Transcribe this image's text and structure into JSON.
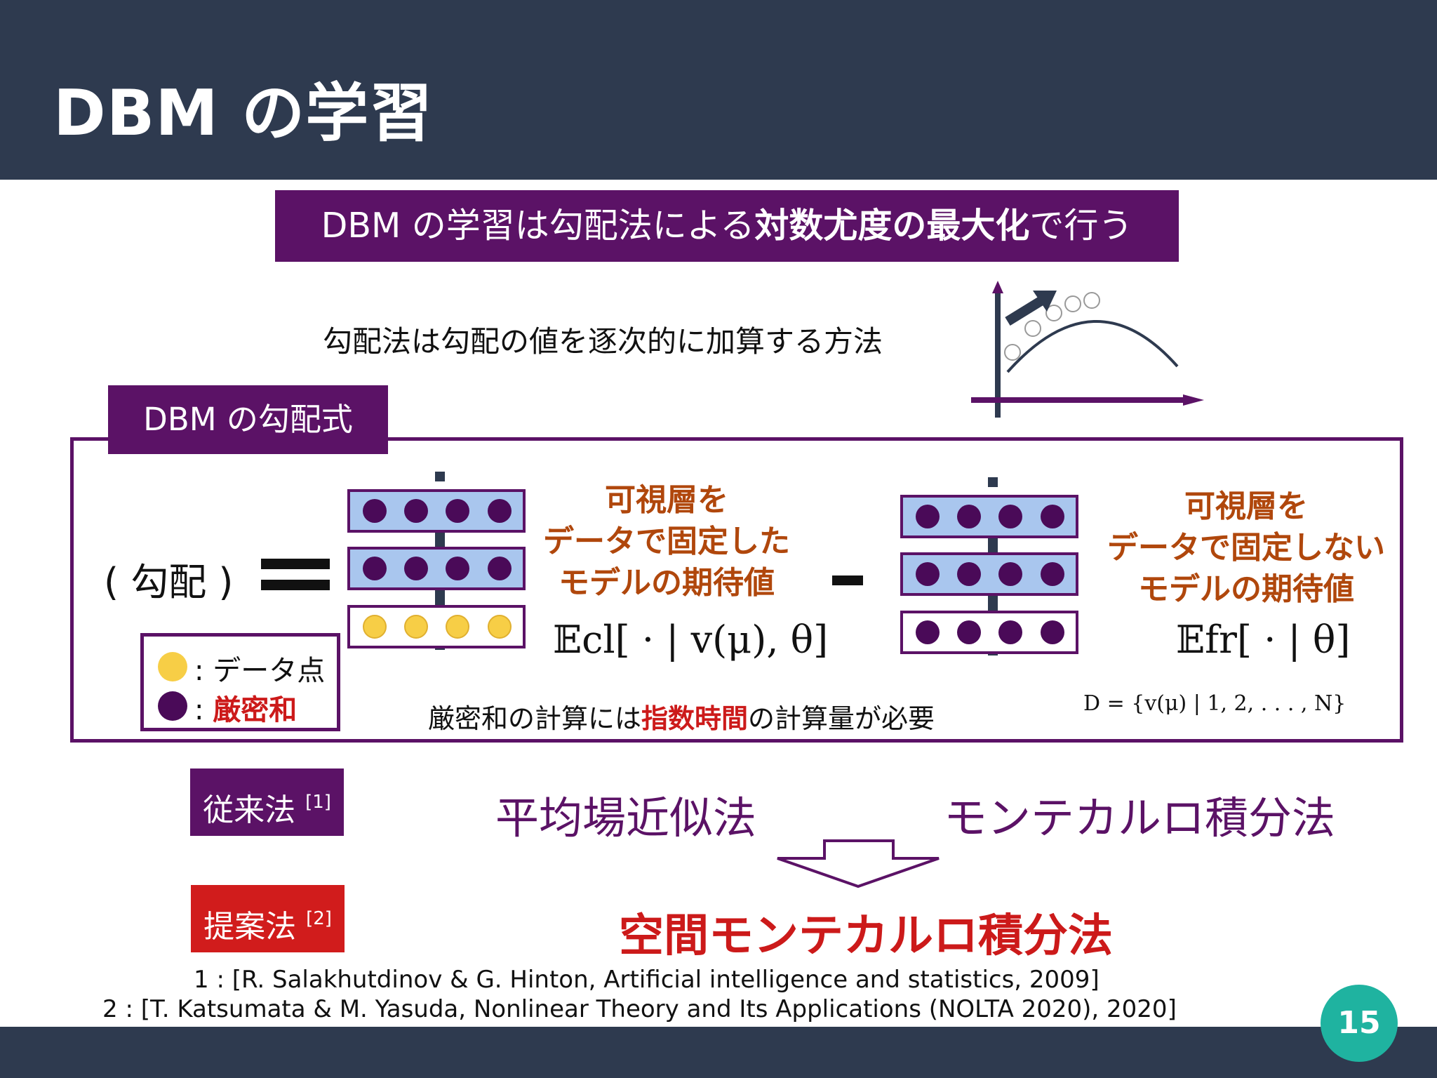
{
  "slide": {
    "title": "DBM の学習",
    "page_number": "15"
  },
  "banner": {
    "text_plain": "DBM の学習は勾配法による",
    "text_bold": "対数尤度の最大化",
    "text_end": "で行う"
  },
  "gradient_method_description": "勾配法は勾配の値を逐次的に加算する方法",
  "panel": {
    "tab_label": "DBM の勾配式",
    "gradient_label": "( 勾配 )",
    "clamped_model": {
      "lines": [
        "可視層を",
        "データで固定した",
        "モデルの期待値"
      ],
      "expectation": "𝔼cl[ · | v(μ), θ]"
    },
    "free_model": {
      "lines": [
        "可視層を",
        "データで固定しない",
        "モデルの期待値"
      ],
      "expectation": "𝔼fr[ · | θ]"
    },
    "dataset_definition": "D = {v(μ) | 1, 2, . . . , N}",
    "legend": {
      "data_point_label": ": データ点",
      "exact_sum_label_prefix": ": ",
      "exact_sum_label": "厳密和"
    },
    "note_before": "厳密和の計算には",
    "note_emphasis": "指数時間",
    "note_after": "の計算量が必要"
  },
  "methods": {
    "conventional_tag": "従来法",
    "conventional_ref": "[1]",
    "proposed_tag": "提案法",
    "proposed_ref": "[2]",
    "mean_field": "平均場近似法",
    "monte_carlo": "モンテカルロ積分法",
    "spatial_monte_carlo": "空間モンテカルロ積分法"
  },
  "references": [
    "1 : [R. Salakhutdinov & G. Hinton, Artificial intelligence and statistics, 2009]",
    "2 : [T. Katsumata & M. Yasuda, Nonlinear Theory and Its Applications (NOLTA 2020), 2020]"
  ],
  "colors": {
    "header": "#2e3a4f",
    "purple": "#5b1266",
    "orange_text": "#b0470c",
    "red": "#cc1a1a",
    "layer_fill": "#a9c6ee",
    "data_dot": "#f7ce46",
    "page_badge": "#1fb3a0"
  },
  "icons": [
    "gradient-ascent-chart-icon",
    "down-arrow-icon"
  ]
}
